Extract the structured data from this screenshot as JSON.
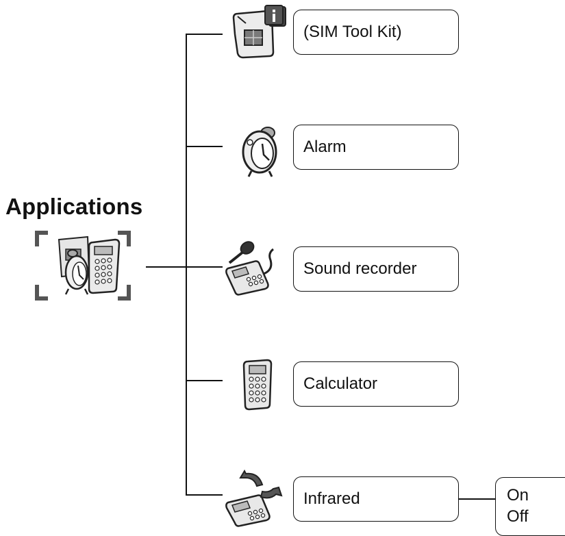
{
  "root": {
    "title": "Applications",
    "icon": "applications-icon"
  },
  "items": [
    {
      "label": "(SIM Tool Kit)",
      "icon": "sim-toolkit-icon"
    },
    {
      "label": "Alarm",
      "icon": "alarm-clock-icon"
    },
    {
      "label": "Sound recorder",
      "icon": "sound-recorder-icon"
    },
    {
      "label": "Calculator",
      "icon": "calculator-icon"
    },
    {
      "label": "Infrared",
      "icon": "infrared-icon",
      "options": [
        "On",
        "Off"
      ]
    }
  ],
  "colors": {
    "line": "#111111",
    "icon_dark": "#555555",
    "icon_light": "#d9d9d9"
  }
}
